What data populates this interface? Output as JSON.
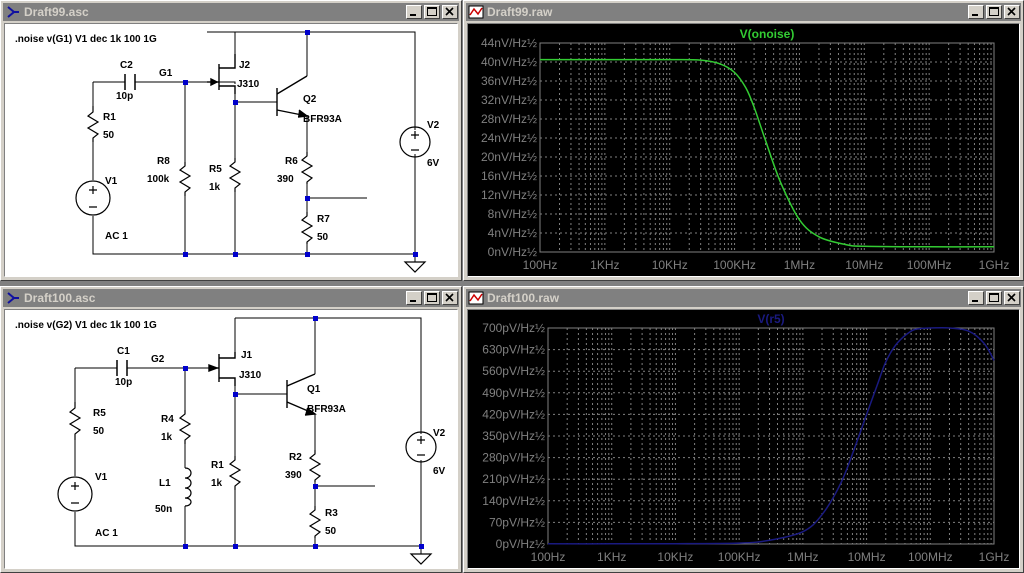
{
  "windows": {
    "sch1": {
      "title": "Draft99.asc",
      "directive": ".noise v(G1) V1 dec 1k 100 1G",
      "labels": {
        "c2": "C2",
        "c2_val": "10p",
        "g1": "G1",
        "r1": "R1",
        "r1_val": "50",
        "v1": "V1",
        "v1_val": "AC 1",
        "r8": "R8",
        "r8_val": "100k",
        "j2": "J2",
        "j2_val": "J310",
        "r5": "R5",
        "r5_val": "1k",
        "q2": "Q2",
        "q2_val": "BFR93A",
        "r6": "R6",
        "r6_val": "390",
        "r7": "R7",
        "r7_val": "50",
        "v2": "V2",
        "v2_val": "6V"
      }
    },
    "plot1": {
      "title": "Draft99.raw"
    },
    "sch2": {
      "title": "Draft100.asc",
      "directive": ".noise v(G2) V1 dec 1k 100 1G",
      "labels": {
        "c1": "C1",
        "c1_val": "10p",
        "g2": "G2",
        "r5": "R5",
        "r5_val": "50",
        "v1": "V1",
        "v1_val": "AC 1",
        "r4": "R4",
        "r4_val": "1k",
        "l1": "L1",
        "l1_val": "50n",
        "j1": "J1",
        "j1_val": "J310",
        "r1": "R1",
        "r1_val": "1k",
        "q1": "Q1",
        "q1_val": "BFR93A",
        "r2": "R2",
        "r2_val": "390",
        "r3": "R3",
        "r3_val": "50",
        "v2": "V2",
        "v2_val": "6V"
      }
    },
    "plot2": {
      "title": "Draft100.raw"
    }
  },
  "colors": {
    "plot_bg": "#000000",
    "grid": "#808080",
    "axis_text": "#808080",
    "trace1": "#33cc33",
    "trace2": "#1a1a80",
    "component": "#000000",
    "node": "#0000cc"
  },
  "chart_data": [
    {
      "type": "line",
      "title": "",
      "series": [
        {
          "name": "V(onoise)",
          "color": "#33cc33",
          "x": [
            100,
            1000,
            10000,
            30000,
            60000,
            100000,
            150000,
            200000,
            300000,
            500000,
            1000000,
            2000000,
            5000000,
            10000000,
            100000000,
            1000000000
          ],
          "y": [
            40.5,
            40.5,
            40.5,
            40.4,
            39.6,
            37.8,
            34.5,
            30.5,
            23.5,
            15.0,
            6.8,
            3.2,
            1.6,
            1.2,
            1.1,
            1.1
          ]
        }
      ],
      "xscale": "log",
      "xlim": [
        100,
        1000000000
      ],
      "ylim": [
        0,
        44
      ],
      "x_ticks": [
        100,
        1000,
        10000,
        100000,
        1000000,
        10000000,
        100000000,
        1000000000
      ],
      "x_tick_labels": [
        "100Hz",
        "1KHz",
        "10KHz",
        "100KHz",
        "1MHz",
        "10MHz",
        "100MHz",
        "1GHz"
      ],
      "y_ticks": [
        0,
        4,
        8,
        12,
        16,
        20,
        24,
        28,
        32,
        36,
        40,
        44
      ],
      "y_tick_labels": [
        "0nV/Hz½",
        "4nV/Hz½",
        "8nV/Hz½",
        "12nV/Hz½",
        "16nV/Hz½",
        "20nV/Hz½",
        "24nV/Hz½",
        "28nV/Hz½",
        "32nV/Hz½",
        "36nV/Hz½",
        "40nV/Hz½",
        "44nV/Hz½"
      ],
      "grid": true
    },
    {
      "type": "line",
      "title": "",
      "series": [
        {
          "name": "V(r5)",
          "color": "#1a1a80",
          "x": [
            100,
            1000,
            10000,
            100000,
            300000,
            1000000,
            2000000,
            4000000,
            7000000,
            10000000,
            15000000,
            20000000,
            30000000,
            50000000,
            70000000,
            100000000,
            200000000,
            400000000,
            700000000,
            1000000000
          ],
          "y": [
            0.5,
            0.5,
            1,
            3,
            12,
            40,
            95,
            200,
            330,
            420,
            520,
            590,
            650,
            690,
            698,
            700,
            700,
            690,
            650,
            595
          ]
        }
      ],
      "xscale": "log",
      "xlim": [
        100,
        1000000000
      ],
      "ylim": [
        0,
        700
      ],
      "x_ticks": [
        100,
        1000,
        10000,
        100000,
        1000000,
        10000000,
        100000000,
        1000000000
      ],
      "x_tick_labels": [
        "100Hz",
        "1KHz",
        "10KHz",
        "100KHz",
        "1MHz",
        "10MHz",
        "100MHz",
        "1GHz"
      ],
      "y_ticks": [
        0,
        70,
        140,
        210,
        280,
        350,
        420,
        490,
        560,
        630,
        700
      ],
      "y_tick_labels": [
        "0pV/Hz½",
        "70pV/Hz½",
        "140pV/Hz½",
        "210pV/Hz½",
        "280pV/Hz½",
        "350pV/Hz½",
        "420pV/Hz½",
        "490pV/Hz½",
        "560pV/Hz½",
        "630pV/Hz½",
        "700pV/Hz½"
      ],
      "grid": true
    }
  ]
}
